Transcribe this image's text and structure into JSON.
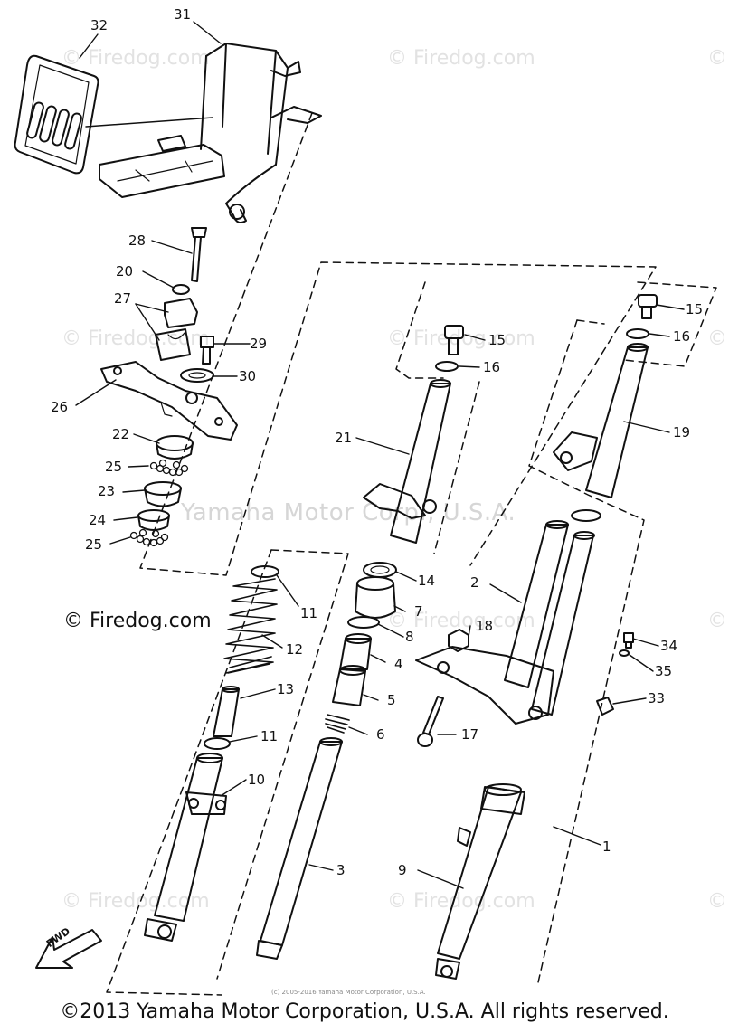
{
  "watermarks": {
    "site": "© Firedog.com",
    "center": "Yamaha Motor Corp., U.S.A."
  },
  "arrow_label": "FWD",
  "small_copyright": "(c) 2005-2016 Yamaha Motor Corporation, U.S.A.",
  "footer": "©2013 Yamaha Motor Corporation, U.S.A. All rights reserved.",
  "callouts": {
    "c1": "1",
    "c2": "2",
    "c3": "3",
    "c4": "4",
    "c5": "5",
    "c6": "6",
    "c7": "7",
    "c8": "8",
    "c9": "9",
    "c10": "10",
    "c11a": "11",
    "c11b": "11",
    "c12": "12",
    "c13": "13",
    "c14": "14",
    "c15a": "15",
    "c15b": "15",
    "c16a": "16",
    "c16b": "16",
    "c17": "17",
    "c18": "18",
    "c19": "19",
    "c20": "20",
    "c21": "21",
    "c22": "22",
    "c23": "23",
    "c24": "24",
    "c25a": "25",
    "c25b": "25",
    "c26": "26",
    "c27": "27",
    "c28": "28",
    "c29": "29",
    "c30": "30",
    "c31": "31",
    "c32": "32",
    "c33": "33",
    "c34": "34",
    "c35": "35"
  }
}
